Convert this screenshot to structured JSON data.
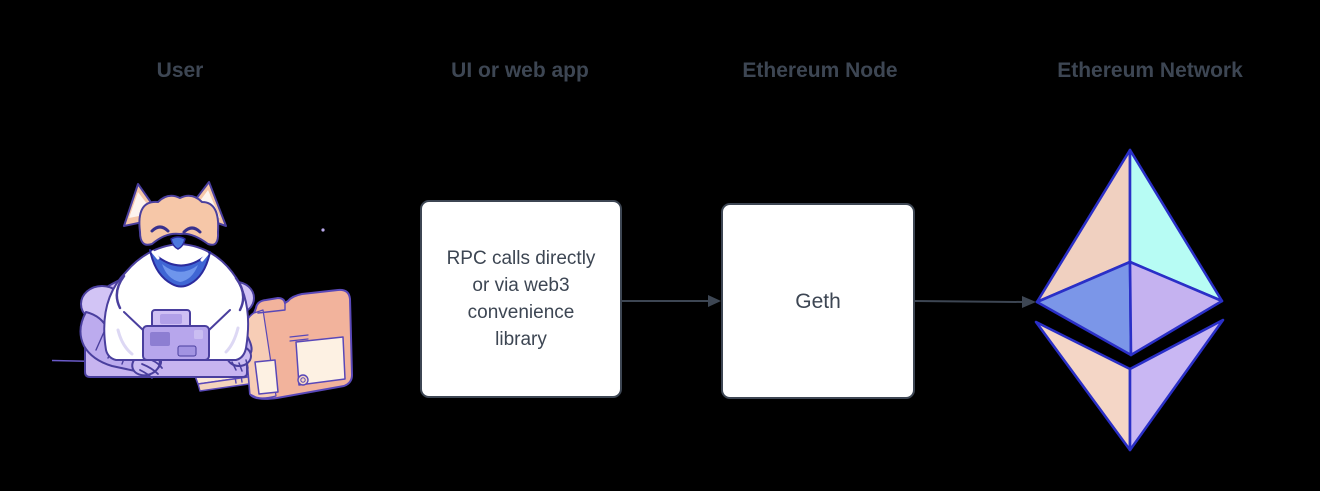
{
  "diagram": {
    "type": "flow-diagram",
    "background_color": "#000000",
    "labels": {
      "user": "User",
      "ui": "UI or web app",
      "node": "Ethereum Node",
      "network": "Ethereum Network"
    },
    "boxes": {
      "rpc": {
        "text": "RPC calls directly or via web3 convenience library",
        "lines": [
          "RPC calls directly",
          "or via web3",
          "convenience",
          "library"
        ]
      },
      "geth": {
        "text": "Geth"
      }
    },
    "icons": {
      "user": "doge-astronaut-at-retro-computer-illustration",
      "network": "ethereum-logo"
    },
    "arrows": [
      {
        "from": "rpc-box",
        "to": "geth-box"
      },
      {
        "from": "geth-box",
        "to": "ethereum-logo"
      }
    ],
    "colors": {
      "label_text": "#3d4653",
      "box_border": "#3d4653",
      "box_fill": "#ffffff",
      "box_text": "#3d4653",
      "arrow": "#3d4653",
      "ethereum_stroke": "#2a2fc7",
      "ethereum_faces": {
        "top_left": "#f0d0c0",
        "top_right": "#b7fcf4",
        "mid_left": "#7b96e8",
        "mid_right": "#c5b2f0",
        "bottom_left": "#f4d6c6",
        "bottom_right": "#c9b7f3"
      },
      "illustration": {
        "fur": "#f6c7a8",
        "suit": "#c7b4f0",
        "tongue": "#3f66d4",
        "computer_body": "#f2b39c",
        "computer_panel": "#fdf1e3",
        "outline": "#4a3f9e"
      }
    }
  }
}
